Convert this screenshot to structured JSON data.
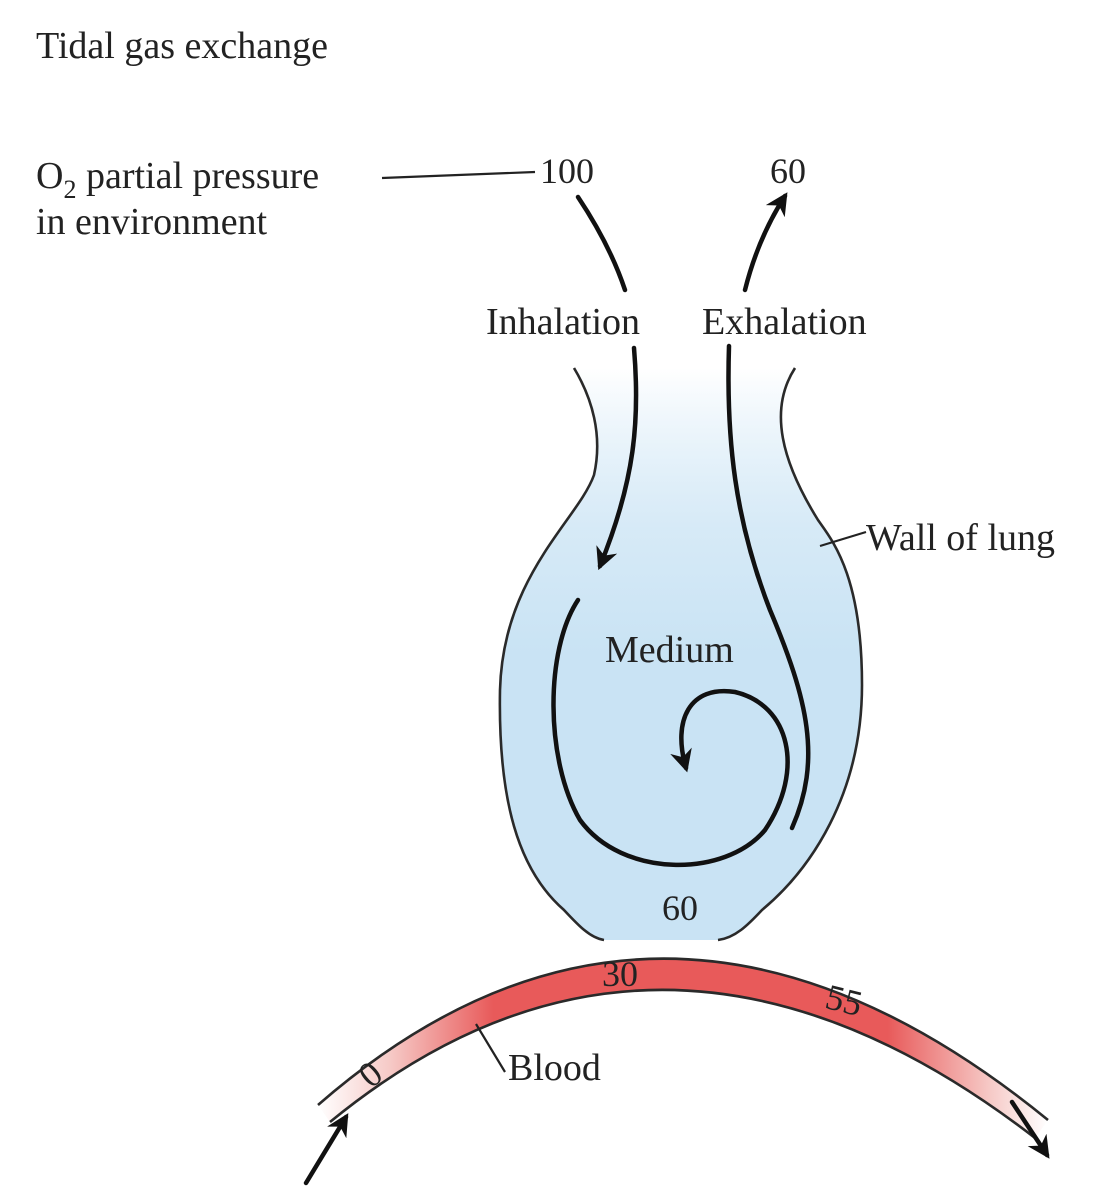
{
  "title": "Tidal gas exchange",
  "environment_label": {
    "main": "O",
    "subscript": "2",
    "line1_rest": " partial pressure",
    "line2": "in environment"
  },
  "inhaled_value": "100",
  "exhaled_value": "60",
  "inhalation_label": "Inhalation",
  "exhalation_label": "Exhalation",
  "wall_label": "Wall of lung",
  "medium_label": "Medium",
  "medium_value": "60",
  "blood": {
    "label": "Blood",
    "values": [
      "0",
      "30",
      "55"
    ]
  },
  "colors": {
    "medium_fill": "#c9e3f4",
    "blood_fill": "#e85a5a"
  }
}
